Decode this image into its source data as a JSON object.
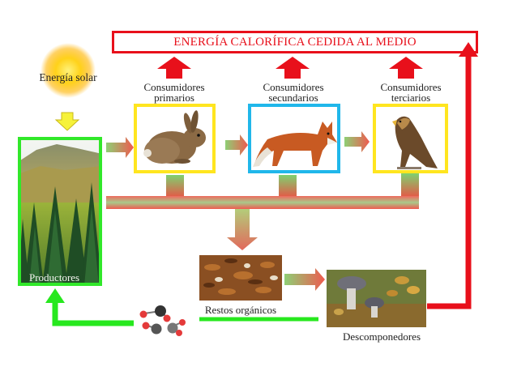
{
  "title": "ENERGÍA CALORÍFICA CEDIDA AL MEDIO",
  "sun_label": "Energía solar",
  "consumers": [
    {
      "line1": "Consumidores",
      "line2": "primarios",
      "border": "#ffe51f"
    },
    {
      "line1": "Consumidores",
      "line2": "secundarios",
      "border": "#20b7ea"
    },
    {
      "line1": "Consumidores",
      "line2": "terciarios",
      "border": "#ffe51f"
    }
  ],
  "producers_label": "Productores",
  "remains_label": "Restos orgánicos",
  "decomposers_label": "Descomponedores",
  "colors": {
    "red": "#e8101b",
    "green": "#27e81e",
    "producer_border": "#31e82a",
    "sun": "#ffd21a"
  }
}
